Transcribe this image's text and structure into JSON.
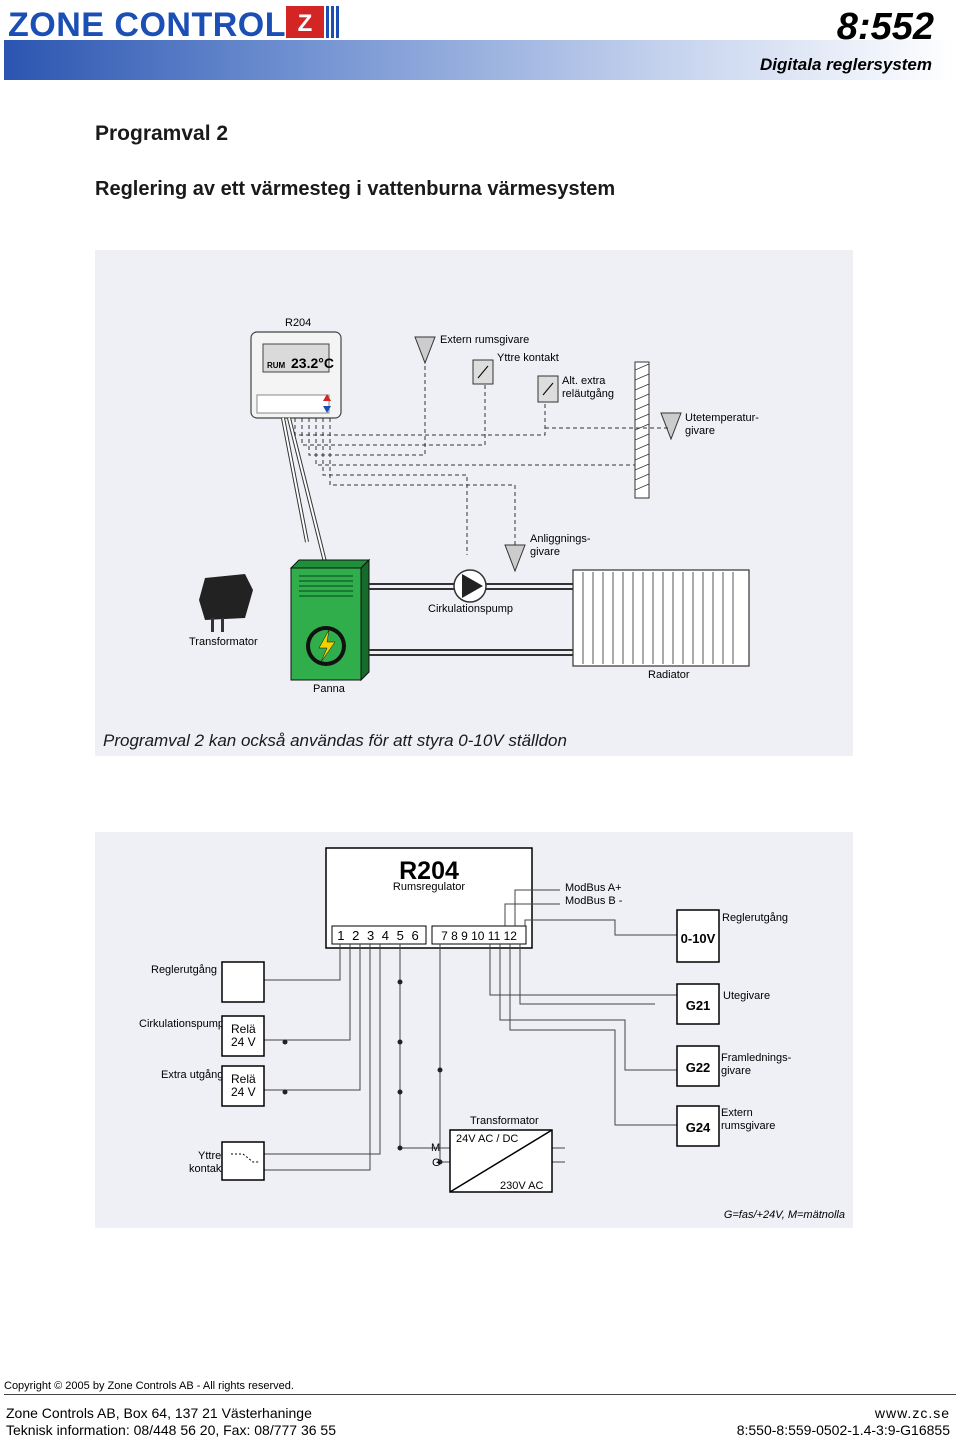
{
  "header": {
    "brand": "ZONE CONTROLS",
    "doc_number": "8:552",
    "subtitle": "Digitala reglersystem"
  },
  "title": "Programval 2",
  "heading": "Reglering av ett värmesteg i vattenburna värmesystem",
  "system_diagram": {
    "labels": {
      "r204": "R204",
      "extern": "Extern rumsgivare",
      "yttre": "Yttre kontakt",
      "alt_extra_1": "Alt. extra",
      "alt_extra_2": "reläutgång",
      "ute_1": "Utetemperatur-",
      "ute_2": "givare",
      "anligg_1": "Anliggnings-",
      "anligg_2": "givare",
      "pump": "Cirkulationspump",
      "transformator": "Transformator",
      "panna": "Panna",
      "radiator": "Radiator"
    },
    "display": {
      "mode": "RUM",
      "temp": "23.2°C"
    },
    "caption": "Programval 2 kan också användas för att styra 0-10V ställdon"
  },
  "wiring_diagram": {
    "r204_title": "R204",
    "r204_sub": "Rumsregulator",
    "terminals_a": "1 2 3 4 5 6",
    "terminals_b": "7 8 9 10 11 12",
    "modbus_a": "ModBus A+",
    "modbus_b": "ModBus B -",
    "reglerutgang_right": "Reglerutgång",
    "v010": "0-10V",
    "reglerutgang_left": "Reglerutgång",
    "cirk_pump": "Cirkulationspump",
    "rela": "Relä",
    "v24": "24 V",
    "extra_utgang": "Extra utgång",
    "yttre_1": "Yttre",
    "yttre_2": "kontakt",
    "g21": "G21",
    "utegivare": "Utegivare",
    "g22": "G22",
    "framl_1": "Framlednings-",
    "framl_2": "givare",
    "g24": "G24",
    "extern_1": "Extern",
    "extern_2": "rumsgivare",
    "transformator": "Transformator",
    "tr_24": "24V AC / DC",
    "tr_230": "230V AC",
    "m": "M",
    "g": "G",
    "legend": "G=fas/+24V, M=mätnolla"
  },
  "footer": {
    "copyright": "Copyright © 2005 by Zone Controls AB - All rights reserved.",
    "address": "Zone Controls AB, Box 64, 137 21 Västerhaninge",
    "tech": "Teknisk information: 08/448 56 20, Fax: 08/777 36 55",
    "web": "www.zc.se",
    "ref": "8:550-8:559-0502-1.4-3:9-G16855"
  }
}
